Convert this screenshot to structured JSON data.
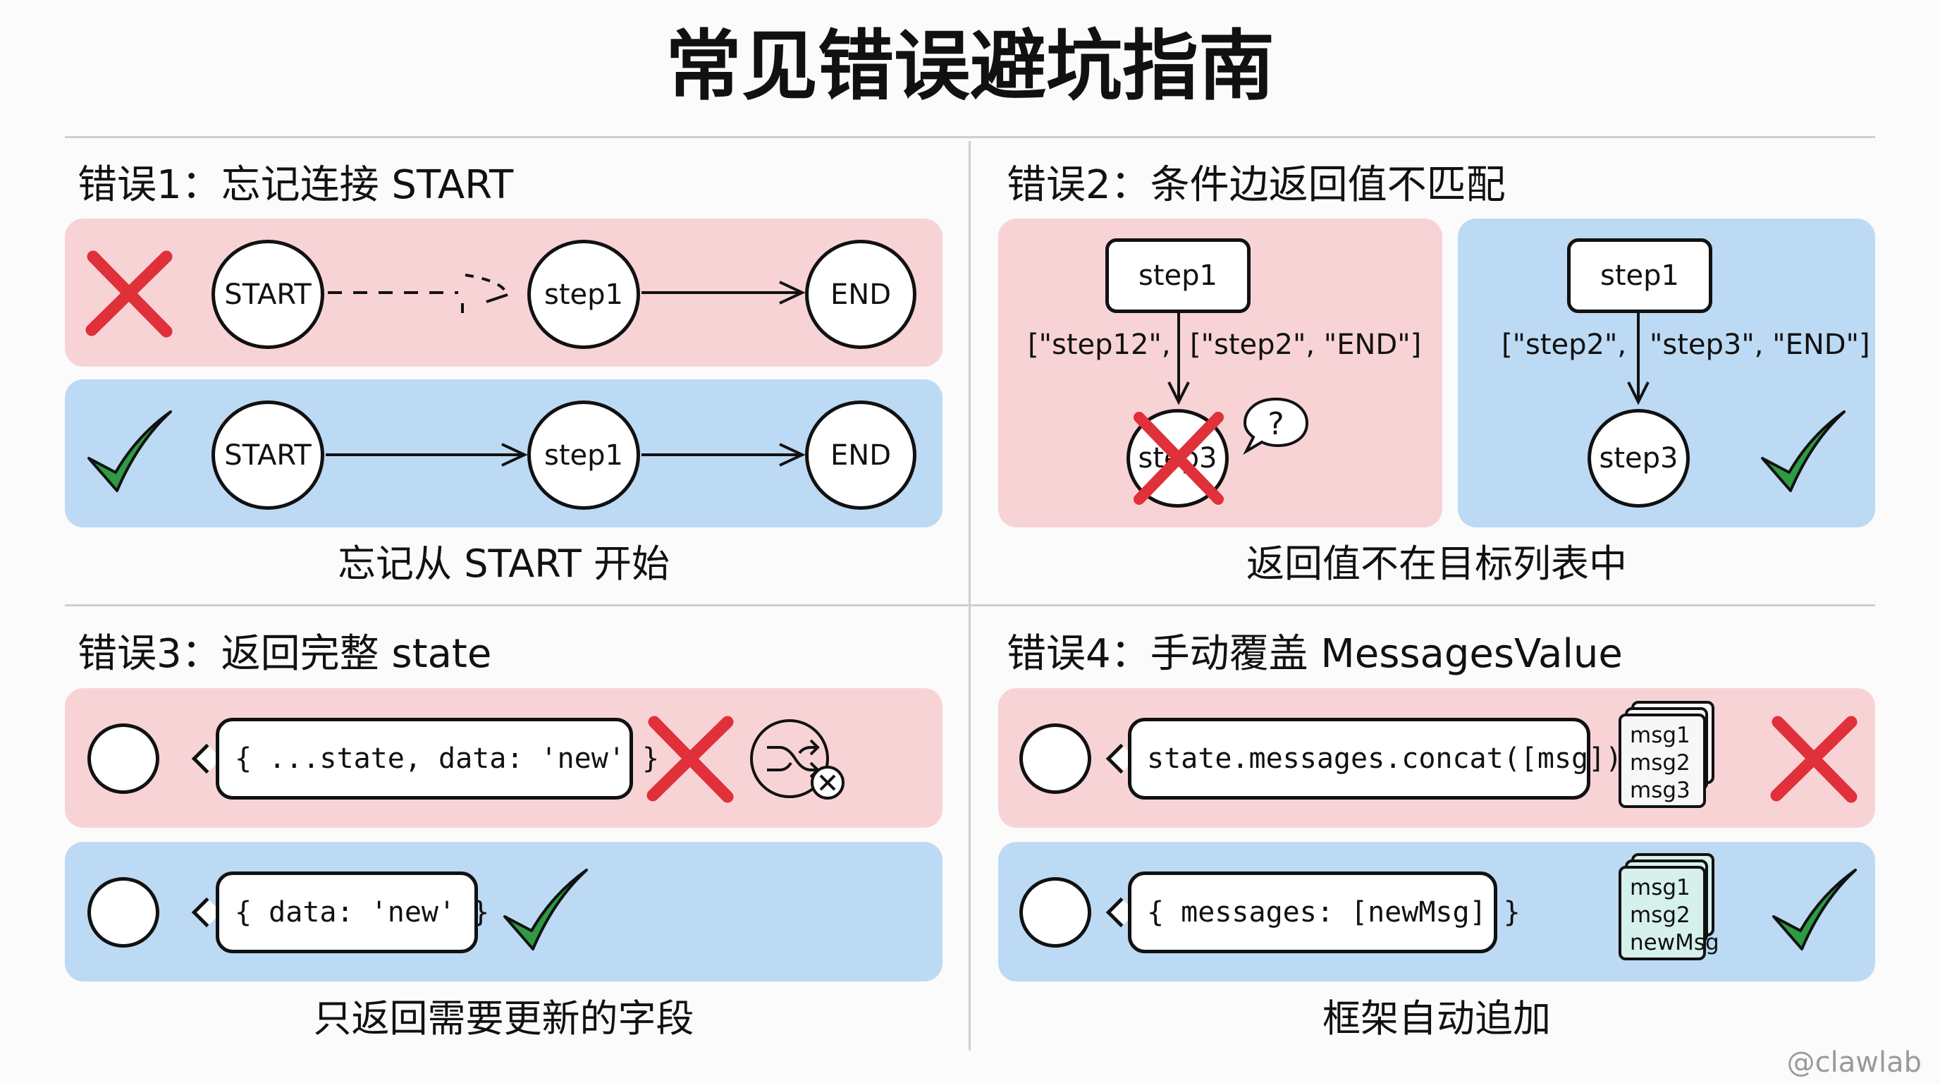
{
  "title": "常见错误避坑指南",
  "sections": [
    {
      "heading": "错误1：忘记连接 START",
      "wrong": {
        "nodes": [
          "START",
          "step1",
          "END"
        ]
      },
      "right": {
        "nodes": [
          "START",
          "step1",
          "END"
        ]
      },
      "caption": "忘记从 START 开始"
    },
    {
      "heading": "错误2：条件边返回值不匹配",
      "wrong": {
        "source": "step1",
        "return_values": "[\"step12\",",
        "targets": "[\"step2\", \"END\"]",
        "target_node": "step3"
      },
      "right": {
        "source": "step1",
        "return_values": "[\"step2\",",
        "targets": "\"step3\", \"END\"]",
        "target_node": "step3"
      },
      "caption": "返回值不在目标列表中"
    },
    {
      "heading": "错误3：返回完整 state",
      "wrong": {
        "code": "{ ...state, data: 'new' }"
      },
      "right": {
        "code": "{ data: 'new' }"
      },
      "caption": "只返回需要更新的字段"
    },
    {
      "heading": "错误4：手动覆盖 MessagesValue",
      "wrong": {
        "code": "state.messages.concat([msg])",
        "messages": [
          "msg1",
          "msg2",
          "msg3"
        ],
        "stack_color": "#f7f7f7"
      },
      "right": {
        "code": "{ messages: [newMsg] }",
        "messages": [
          "msg1",
          "msg2",
          "newMsg"
        ],
        "stack_color": "#d6f0ec"
      },
      "caption": "框架自动追加"
    }
  ],
  "watermark": "@clawlab",
  "colors": {
    "wrong_bg": "#f8d3d6",
    "right_bg": "#bcdaf4",
    "cross": "#e0303a",
    "check": "#2f9a44"
  },
  "icons": [
    "cross-icon",
    "check-icon",
    "question-bubble-icon",
    "shuffle-blocked-icon",
    "message-stack-icon"
  ]
}
